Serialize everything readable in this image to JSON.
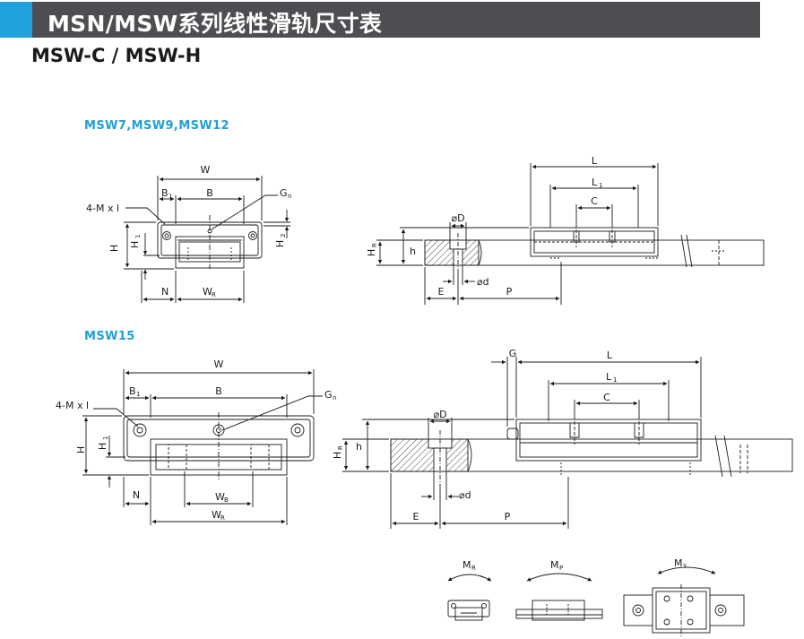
{
  "header": {
    "title": "MSN/MSW系列线性滑轨尺寸表",
    "accent_color": "#20a3dc",
    "bar_color": "#4d4e51"
  },
  "subtitle": "MSW-C / MSW-H",
  "sections": {
    "small": "MSW7,MSW9,MSW12",
    "large": "MSW15"
  },
  "labels": {
    "W": "W",
    "B": "B",
    "B1": "B",
    "B1_sub": "1",
    "Gn": "G",
    "Gn_sub": "n",
    "Mxl": "4-M x l",
    "H": "H",
    "H1": "H",
    "H1_sub": "1",
    "H2": "H",
    "H2_sub": "2",
    "N": "N",
    "WR": "W",
    "WR_sub": "R",
    "WB": "W",
    "WB_sub": "B",
    "L": "L",
    "L1": "L",
    "L1_sub": "1",
    "C": "C",
    "D": "⌀D",
    "d": "⌀d",
    "HR": "H",
    "HR_sub": "R",
    "h": "h",
    "E": "E",
    "P": "P",
    "G": "G"
  },
  "moments": {
    "MR": "M",
    "MR_sub": "R",
    "MP": "M",
    "MP_sub": "P",
    "MY": "M",
    "MY_sub": "Y"
  }
}
